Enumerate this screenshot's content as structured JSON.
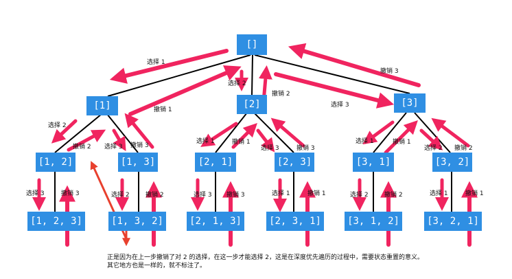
{
  "nodes": {
    "root": "[]",
    "n1": "[1]",
    "n2": "[2]",
    "n3": "[3]",
    "n12": "[1, 2]",
    "n13": "[1, 3]",
    "n21": "[2, 1]",
    "n23": "[2, 3]",
    "n31": "[3, 1]",
    "n32": "[3, 2]",
    "n123": "[1, 2, 3]",
    "n132": "[1, 3, 2]",
    "n213": "[2, 1, 3]",
    "n231": "[2, 3, 1]",
    "n312": "[3, 1, 2]",
    "n321": "[3, 2, 1]"
  },
  "labels": {
    "sel1": "选择 1",
    "sel2": "选择 2",
    "sel3": "选择 3",
    "und1": "撤销 1",
    "und2": "撤销 2",
    "und3": "撤销 3"
  },
  "note": {
    "line1": "正是因为在上一步撤销了对 2 的选择，在这一步才能选择 2，这是在深度优先遍历的过程中，需要状态重置的意义。",
    "line2": "其它地方也是一样的，就不标注了。"
  },
  "colors": {
    "node": "#2f8fe3",
    "arrow": "#f0245f",
    "highlight": "#e8402e",
    "edge": "#000000"
  }
}
